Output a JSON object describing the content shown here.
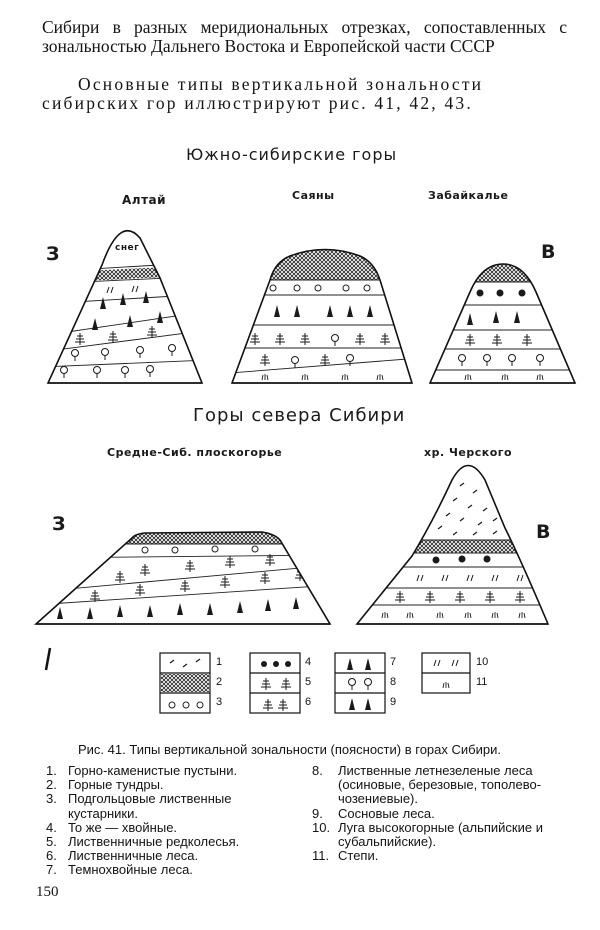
{
  "text": {
    "paragraph_1": "Сибири в разных меридиональных отрезках, сопоставленных с зональностью Дальнего Востока и Европейской части СССР",
    "paragraph_2": "Основные типы вертикальной зональности сибирских гор иллюстрируют рис. 41, 42, 43."
  },
  "figure": {
    "title_top": "Южно-сибирские горы",
    "title_bottom": "Горы севера Сибири",
    "mountains": [
      "Алтай",
      "Саяны",
      "Забайкалье",
      "Средне-Сиб. плоскогорье",
      "хр. Черского"
    ],
    "snow_label": "снег",
    "west": "З",
    "east": "В",
    "legend_keys": [
      "1",
      "2",
      "3",
      "4",
      "5",
      "6",
      "7",
      "8",
      "9",
      "10",
      "11"
    ]
  },
  "caption": "Рис. 41. Типы вертикальной зональности (поясности) в горах Сибири.",
  "legend": [
    {
      "num": "1.",
      "text": "Горно-каменистые пустыни."
    },
    {
      "num": "2.",
      "text": "Горные тундры."
    },
    {
      "num": "3.",
      "text": "Подгольцовые лиственные кустарники."
    },
    {
      "num": "4.",
      "text": "То же — хвойные."
    },
    {
      "num": "5.",
      "text": "Лиственничные редколесья."
    },
    {
      "num": "6.",
      "text": "Лиственничные леса."
    },
    {
      "num": "7.",
      "text": "Темнохвойные леса."
    },
    {
      "num": "8.",
      "text": "Лиственные летнезеленые леса (осиновые, березовые, тополево-чозениевые)."
    },
    {
      "num": "9.",
      "text": "Сосновые леса."
    },
    {
      "num": "10.",
      "text": "Луга высокогорные (альпийские и субальпийские)."
    },
    {
      "num": "11.",
      "text": "Степи."
    }
  ],
  "page_number": "150"
}
